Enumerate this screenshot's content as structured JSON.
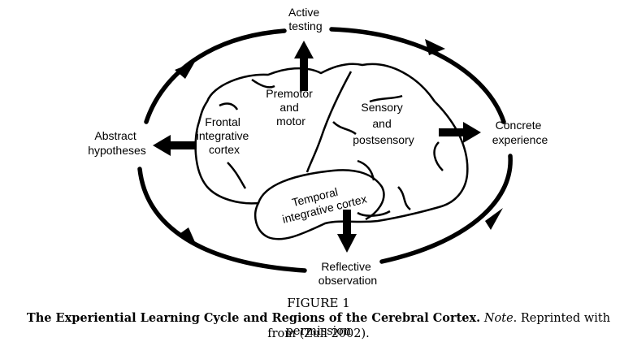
{
  "diagram": {
    "nodes": {
      "active_testing": [
        "Active",
        "testing"
      ],
      "concrete_experience": [
        "Concrete",
        "experience"
      ],
      "reflective_observation": [
        "Reflective",
        "observation"
      ],
      "abstract_hypotheses": [
        "Abstract",
        "hypotheses"
      ]
    },
    "regions": {
      "frontal": [
        "Frontal",
        "integrative",
        "cortex"
      ],
      "premotor": [
        "Premotor",
        "and",
        "motor"
      ],
      "sensory": [
        "Sensory",
        "and",
        "postsensory"
      ],
      "temporal": [
        "Temporal",
        "integrative cortex"
      ]
    }
  },
  "caption": {
    "label": "FIGURE 1",
    "title": "The Experiential Learning Cycle and Regions of the Cerebral Cortex.",
    "note_word": "Note",
    "note_text": ". Reprinted with permission",
    "source": "from (Zull 2002)."
  }
}
